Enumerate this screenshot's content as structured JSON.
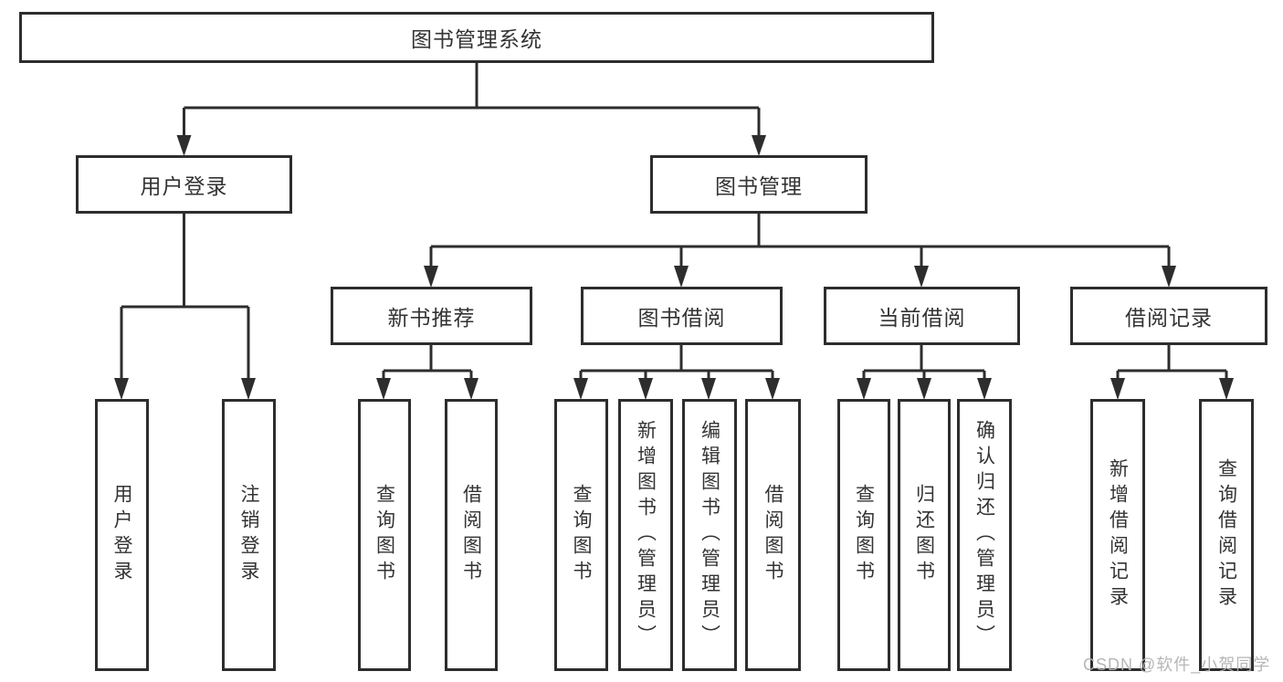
{
  "diagram_type": "tree-hierarchy",
  "colors": {
    "background": "#ffffff",
    "line": "#2d2d2d",
    "box_border": "#2d2d2d",
    "box_fill": "#ffffff",
    "text": "#333333",
    "watermark": "#b2b2b2"
  },
  "tree": {
    "label": "图书管理系统",
    "children": [
      {
        "label": "用户登录",
        "children": [
          {
            "label": "用户登录"
          },
          {
            "label": "注销登录"
          }
        ]
      },
      {
        "label": "图书管理",
        "children": [
          {
            "label": "新书推荐",
            "children": [
              {
                "label": "查询图书"
              },
              {
                "label": "借阅图书"
              }
            ]
          },
          {
            "label": "图书借阅",
            "children": [
              {
                "label": "查询图书"
              },
              {
                "label": "新增图书（管理员）"
              },
              {
                "label": "编辑图书（管理员）"
              },
              {
                "label": "借阅图书"
              }
            ]
          },
          {
            "label": "当前借阅",
            "children": [
              {
                "label": "查询图书"
              },
              {
                "label": "归还图书"
              },
              {
                "label": "确认归还（管理员）"
              }
            ]
          },
          {
            "label": "借阅记录",
            "children": [
              {
                "label": "新增借阅记录"
              },
              {
                "label": "查询借阅记录"
              }
            ]
          }
        ]
      }
    ]
  },
  "watermark": {
    "text": "CSDN @软件_小贺同学"
  }
}
